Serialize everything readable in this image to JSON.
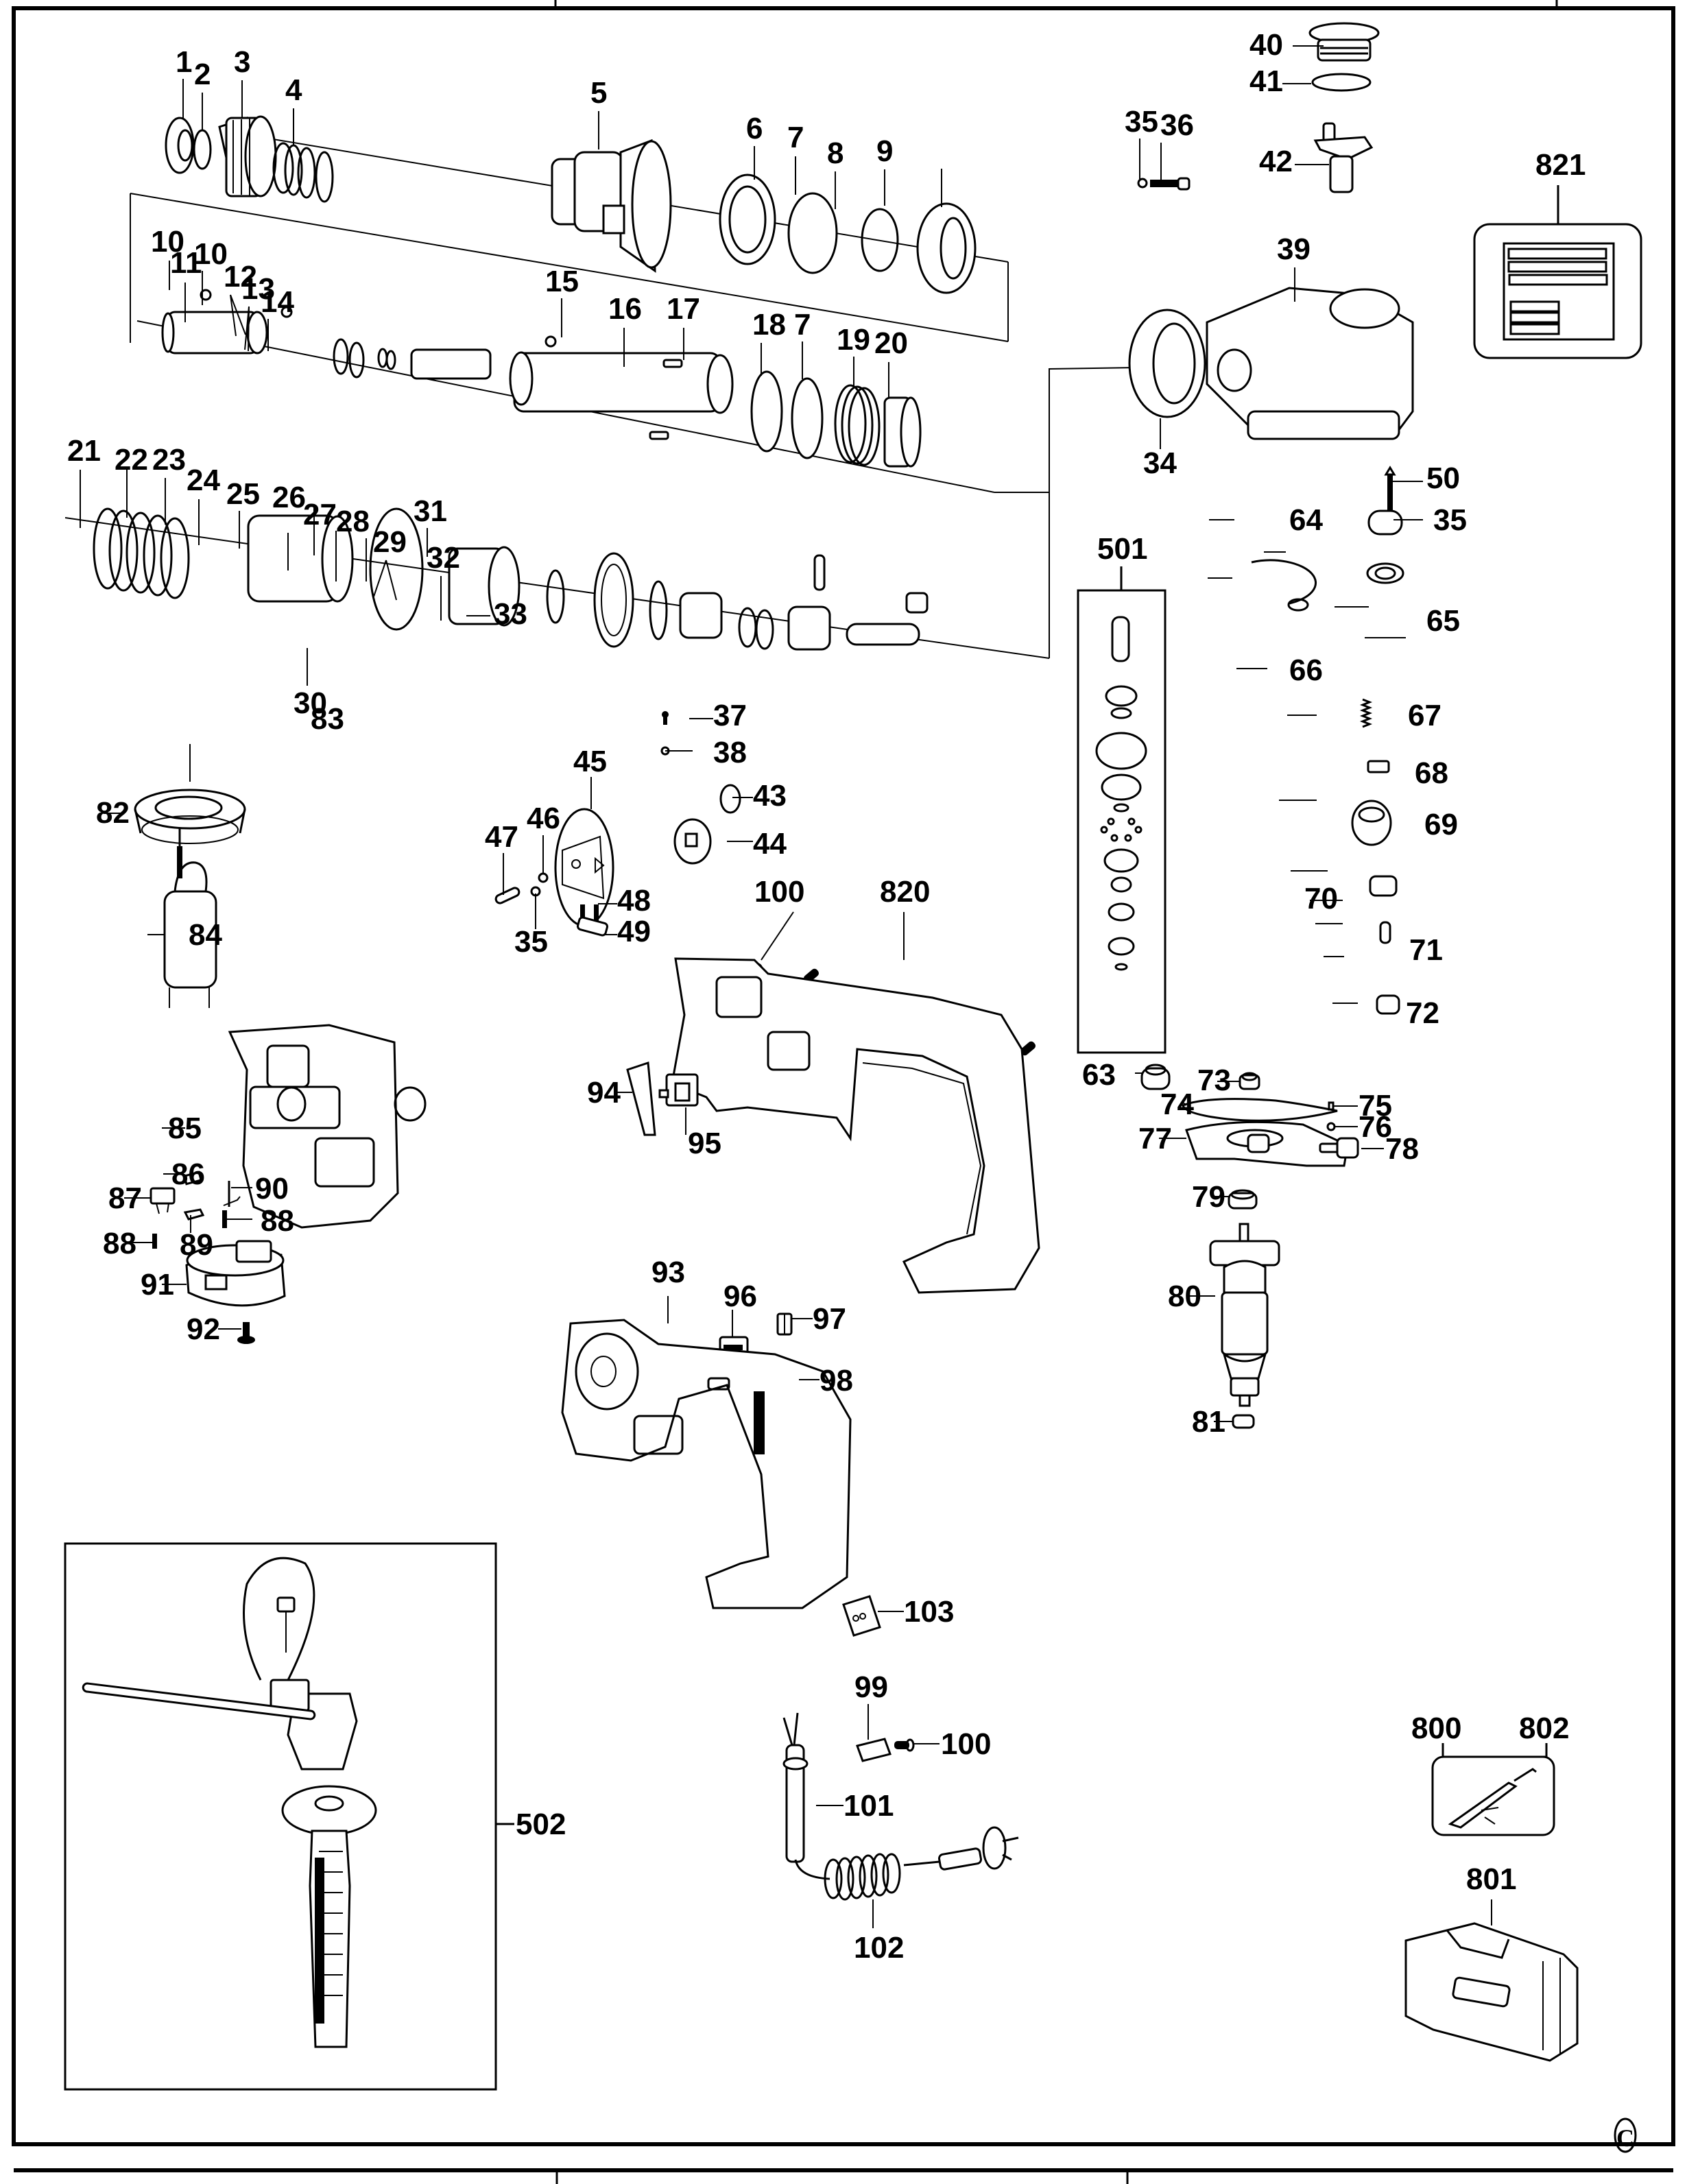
{
  "diagram": {
    "type": "exploded-parts-diagram",
    "subject": "rotary hammer drill",
    "copyright_symbol": "C",
    "labels": {
      "p1": "1",
      "p2": "2",
      "p3": "3",
      "p4": "4",
      "p5": "5",
      "p6": "6",
      "p7": "7",
      "p7b": "7",
      "p8": "8",
      "p9": "9",
      "p10a": "10",
      "p10b": "10",
      "p11": "11",
      "p12": "12",
      "p13": "13",
      "p14": "14",
      "p15": "15",
      "p16": "16",
      "p17": "17",
      "p18": "18",
      "p19": "19",
      "p20": "20",
      "p21": "21",
      "p22": "22",
      "p23": "23",
      "p24": "24",
      "p25": "25",
      "p26": "26",
      "p27": "27",
      "p28": "28",
      "p29": "29",
      "p30": "30",
      "p31": "31",
      "p32": "32",
      "p33": "33",
      "p34": "34",
      "p35a": "35",
      "p35b": "35",
      "p35c": "35",
      "p36": "36",
      "p37": "37",
      "p38": "38",
      "p39": "39",
      "p40": "40",
      "p41": "41",
      "p42": "42",
      "p43": "43",
      "p44": "44",
      "p45": "45",
      "p46": "46",
      "p47": "47",
      "p48": "48",
      "p49": "49",
      "p50": "50",
      "p63": "63",
      "p64": "64",
      "p65": "65",
      "p66": "66",
      "p67": "67",
      "p68": "68",
      "p69": "69",
      "p70": "70",
      "p71": "71",
      "p72": "72",
      "p73": "73",
      "p74": "74",
      "p75": "75",
      "p76": "76",
      "p77": "77",
      "p78": "78",
      "p79": "79",
      "p80": "80",
      "p81": "81",
      "p82": "82",
      "p83": "83",
      "p84": "84",
      "p85": "85",
      "p86": "86",
      "p87": "87",
      "p88a": "88",
      "p88b": "88",
      "p89": "89",
      "p90": "90",
      "p91": "91",
      "p92": "92",
      "p93": "93",
      "p94": "94",
      "p95": "95",
      "p96": "96",
      "p97": "97",
      "p98": "98",
      "p99": "99",
      "p100a": "100",
      "p100b": "100",
      "p101": "101",
      "p102": "102",
      "p103": "103",
      "p501": "501",
      "p502": "502",
      "p800": "800",
      "p801": "801",
      "p802": "802",
      "p820": "820",
      "p821": "821"
    },
    "assemblies": [
      {
        "id": "501",
        "description": "gear assembly kit (boxed)"
      },
      {
        "id": "502",
        "description": "side handle assembly (boxed)"
      },
      {
        "id": "800/802",
        "description": "grease tube / tool kit (boxed)"
      },
      {
        "id": "801",
        "description": "carrying case"
      },
      {
        "id": "821",
        "description": "label plate"
      }
    ]
  }
}
